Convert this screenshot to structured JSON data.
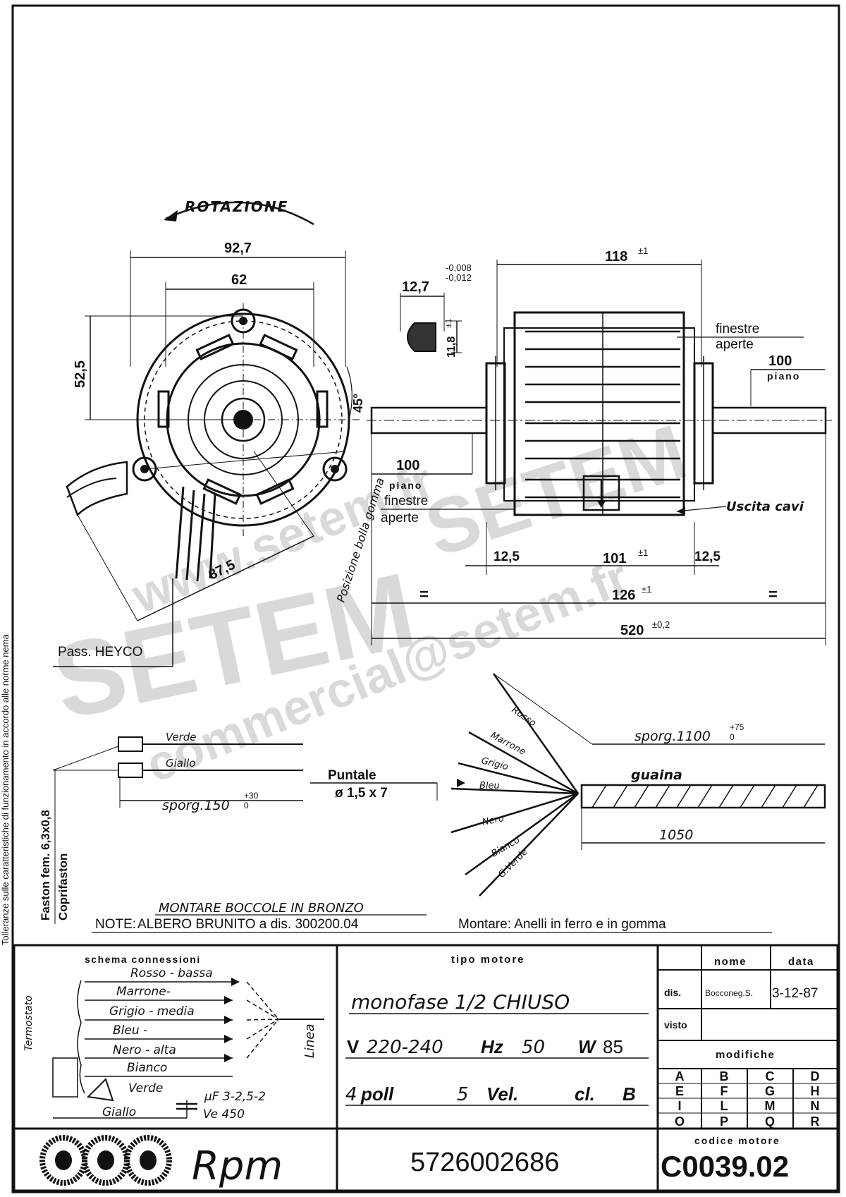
{
  "drawing": {
    "rotation_label": "ROTAZIONE",
    "dim_927": "92,7",
    "dim_62": "62",
    "dim_525": "52,5",
    "dim_45": "45°",
    "dim_875": "87,5",
    "label_posizione": "Posizione bolla gomma",
    "label_pass": "Pass. HEYCO",
    "dim_127": "12,7",
    "tol_127_upper": "-0,008",
    "tol_127_lower": "-0,012",
    "dim_118_shaft": "11,8",
    "tol_118_shaft": "±1",
    "dim_118": "118",
    "tol_118": "±1",
    "finestre_right_1": "finestre",
    "finestre_right_2": "aperte",
    "dim_100_right": "100",
    "piano_right": "piano",
    "dim_100_left": "100",
    "piano_left": "piano",
    "finestre_left_1": "finestre",
    "finestre_left_2": "aperte",
    "uscita_cavi": "Uscita cavi",
    "dim_125_left": "12,5",
    "dim_101": "101",
    "tol_101": "±1",
    "dim_125_right": "12,5",
    "eq_left": "=",
    "dim_126": "126",
    "tol_126": "±1",
    "eq_right": "=",
    "dim_520": "520",
    "tol_520": "±0,2"
  },
  "wiring": {
    "verde": "Verde",
    "giallo": "Giallo",
    "sporg150": "sporg.150",
    "sporg150_tol_upper": "+30",
    "sporg150_tol_lower": "0",
    "faston_1": "Faston fem. 6,3x0,8",
    "faston_2": "Coprifaston",
    "puntale": "Puntale",
    "puntale_dim": "ø 1,5 x 7",
    "sporg1100": "sporg.1100",
    "sporg1100_tol_upper": "+75",
    "sporg1100_tol_lower": "0",
    "guaina": "guaina",
    "dim_1050": "1050",
    "wires": [
      "Rosso",
      "Marrone",
      "Grigio",
      "Bleu",
      "Nero",
      "Bianco",
      "G.Verde"
    ]
  },
  "notes": {
    "line1": "MONTARE BOCCOLE IN BRONZO",
    "line2_prefix": "NOTE:",
    "line2_main": "ALBERO BRUNITO a dis. 300200.04",
    "line2_suffix": "Montare: Anelli in ferro e in gomma"
  },
  "side_note": "Tolleranze sulle caratteristiche di funzionamento in accordo alle norme nema",
  "schema": {
    "title": "schema connessioni",
    "rows": [
      "Rosso - bassa",
      "Marrone-",
      "Grigio - media",
      "Bleu -",
      "Nero - alta",
      "Bianco",
      "Verde",
      "Giallo"
    ],
    "termostato": "Termostato",
    "linea": "Linea",
    "cap_1": "µF 3-2,5-2",
    "cap_2": "Ve 450"
  },
  "tipo": {
    "header": "tipo motore",
    "line1": "monofase 1/2 CHIUSO",
    "v_label": "V",
    "v_value": "220-240",
    "hz_label": "Hz",
    "hz_value": "50",
    "w_label": "W",
    "w_value": "85",
    "poll_value": "4",
    "poll_label": "poll",
    "vel_value": "5",
    "vel_label": "Vel.",
    "cl_label": "cl.",
    "cl_value": "B"
  },
  "title_block": {
    "nome_header": "nome",
    "data_header": "data",
    "dis_label": "dis.",
    "dis_name": "Bocconeg.S.",
    "dis_date": "3-12-87",
    "visto_label": "visto",
    "modifiche_header": "modifiche",
    "modifiche_letters": [
      "A",
      "B",
      "C",
      "D",
      "E",
      "F",
      "G",
      "H",
      "I",
      "L",
      "M",
      "N",
      "O",
      "P",
      "Q",
      "R"
    ],
    "codice_header": "codice motore",
    "codice_value": "C0039.02",
    "part_number": "5726002686",
    "brand": "Rpm"
  },
  "watermarks": [
    "SETEM",
    "www.setem.fr",
    "SETEM",
    "commercial@setem.fr"
  ]
}
